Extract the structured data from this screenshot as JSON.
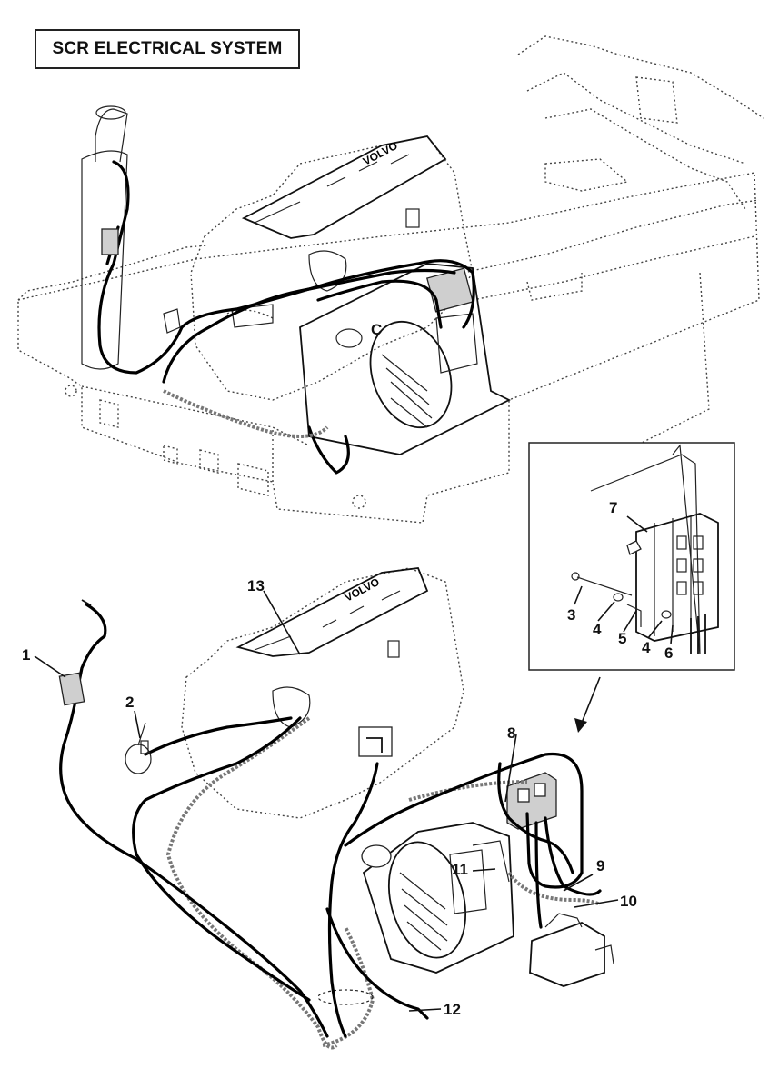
{
  "title": "SCR ELECTRICAL SYSTEM",
  "brand_text": "VOLVO",
  "callouts": {
    "c1": "1",
    "c2": "2",
    "c3": "3",
    "c4a": "4",
    "c4b": "4",
    "c5": "5",
    "c6": "6",
    "c7": "7",
    "c8": "8",
    "c9": "9",
    "c10": "10",
    "c11": "11",
    "c12": "12",
    "c13": "13"
  },
  "colors": {
    "ink": "#111111",
    "background": "#ffffff",
    "harness_grey": "#777777"
  }
}
